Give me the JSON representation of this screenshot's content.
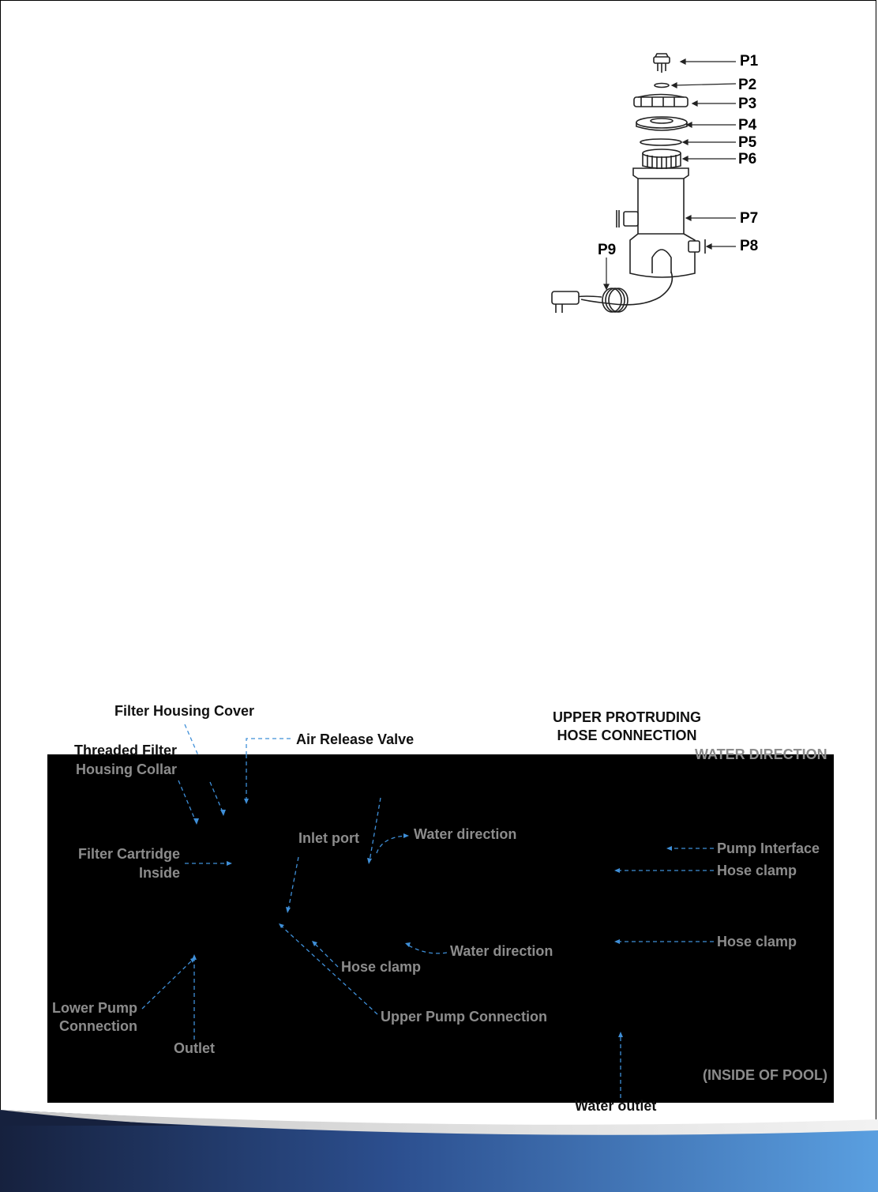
{
  "colors": {
    "panel": "#000000",
    "label_dark": "#111111",
    "label_grey": "#8c8c8c",
    "dashed_arrow": "#3f8fd8",
    "footer_dark": "#16213e",
    "footer_blue": "#4a90d9",
    "footer_silver": "#dcdcdc"
  },
  "parts": [
    "P1",
    "P2",
    "P3",
    "P4",
    "P5",
    "P6",
    "P7",
    "P8",
    "P9"
  ],
  "diagram": {
    "filter_housing_cover": "Filter Housing Cover",
    "air_release_valve": "Air Release Valve",
    "threaded_collar_line1": "Threaded Filter",
    "threaded_collar_line2": "Housing Collar",
    "upper_hose_line1": "UPPER PROTRUDING",
    "upper_hose_line2": "HOSE CONNECTION",
    "water_direction_caps": "WATER DIRECTION",
    "filter_cartridge_line1": "Filter Cartridge",
    "filter_cartridge_line2": "Inside",
    "inlet_port": "Inlet port",
    "water_direction_1": "Water direction",
    "water_direction_2": "Water direction",
    "pump_interface": "Pump Interface",
    "hose_clamp_1": "Hose clamp",
    "hose_clamp_2": "Hose clamp",
    "hose_clamp_3": "Hose clamp",
    "upper_pump_connection": "Upper Pump Connection",
    "lower_pump_line1": "Lower Pump",
    "lower_pump_line2": "Connection",
    "outlet": "Outlet",
    "inside_of_pool": "(INSIDE OF POOL)",
    "water_outlet": "Water outlet"
  }
}
